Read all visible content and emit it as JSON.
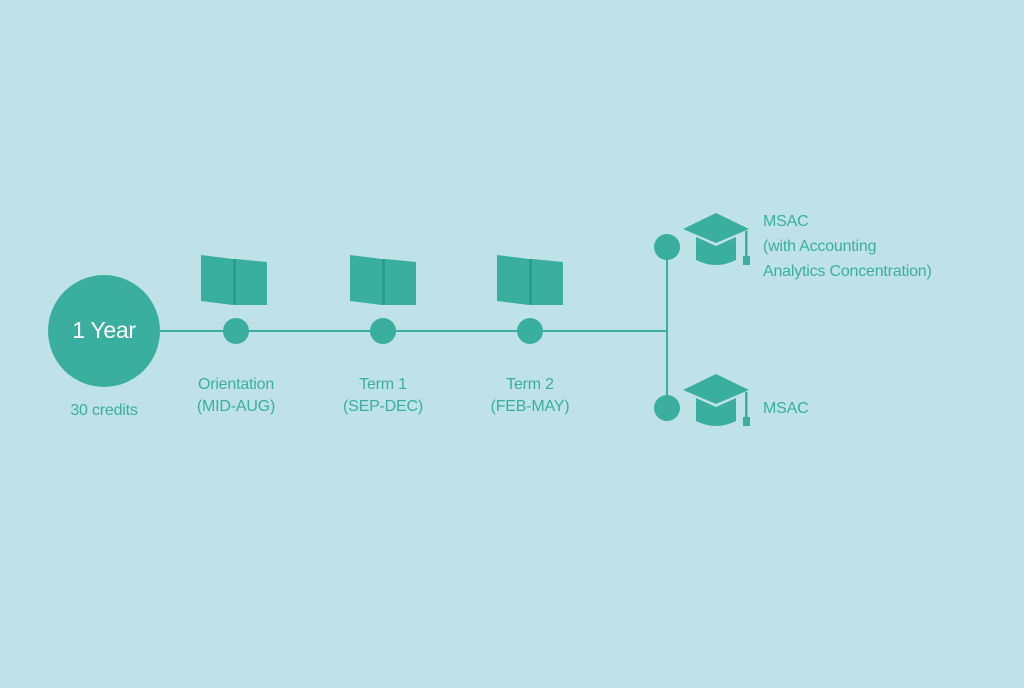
{
  "colors": {
    "background": "#bee2e7",
    "accent": "#3aaf9f",
    "circle_text": "#ffffff"
  },
  "program": {
    "duration": "1 Year",
    "credits": "30 credits"
  },
  "milestones": [
    {
      "title": "Orientation",
      "period": "(MID-AUG)",
      "icon": "open-book-icon"
    },
    {
      "title": "Term 1",
      "period": "(SEP-DEC)",
      "icon": "open-book-icon"
    },
    {
      "title": "Term 2",
      "period": "(FEB-MAY)",
      "icon": "open-book-icon"
    }
  ],
  "outcomes": [
    {
      "icon": "graduation-cap-icon",
      "lines": [
        "MSAC",
        "(with Accounting",
        "Analytics Concentration)"
      ]
    },
    {
      "icon": "graduation-cap-icon",
      "lines": [
        "MSAC"
      ]
    }
  ]
}
